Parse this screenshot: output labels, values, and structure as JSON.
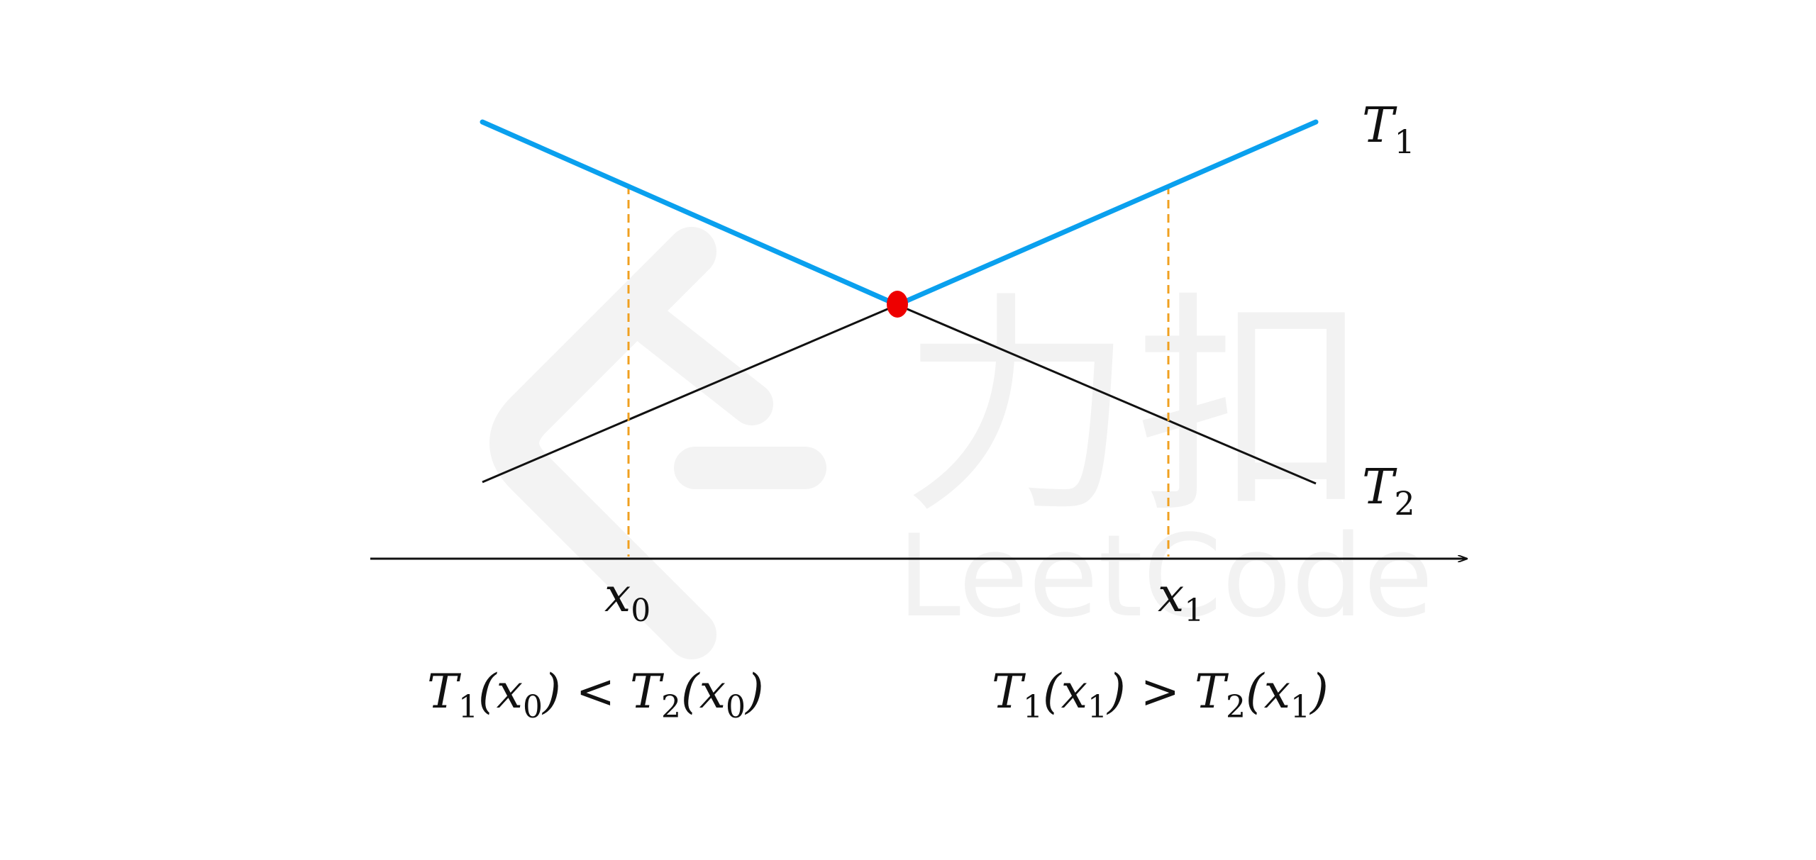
{
  "diagram": {
    "line_labels": {
      "t1": {
        "base": "T",
        "sub": "1"
      },
      "t2": {
        "base": "T",
        "sub": "2"
      }
    },
    "axis_labels": {
      "x0": {
        "base": "x",
        "sub": "0"
      },
      "x1": {
        "base": "x",
        "sub": "1"
      }
    },
    "inequalities": {
      "left": {
        "p1": "T",
        "s1": "1",
        "p2": "(x",
        "s2": "0",
        "p3": ") < T",
        "s3": "2",
        "p4": "(x",
        "s4": "0",
        "p5": ")"
      },
      "right": {
        "p1": "T",
        "s1": "1",
        "p2": "(x",
        "s2": "1",
        "p3": ") > T",
        "s3": "2",
        "p4": "(x",
        "s4": "1",
        "p5": ")"
      }
    },
    "watermark": {
      "chars": "力扣",
      "text": "LeetCode"
    },
    "colors": {
      "upper_envelope": "#0aa0ee",
      "lower_lines": "#111111",
      "guide_lines": "#f0a020",
      "intersection": "#ee0000",
      "axis": "#111111",
      "watermark": "#f2f2f2"
    }
  }
}
